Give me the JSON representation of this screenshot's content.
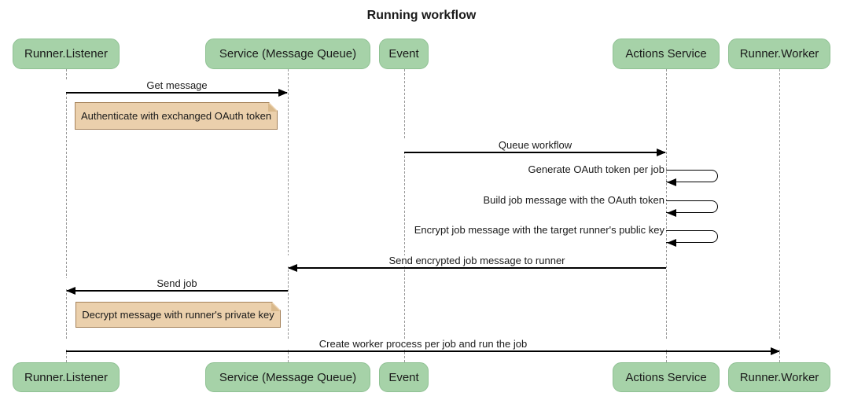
{
  "title": "Running workflow",
  "colors": {
    "background": "#ffffff",
    "text": "#1a1a1a",
    "line": "#000000",
    "lifeline": "#999999",
    "actor_fill": "#a6d2a8",
    "actor_border": "#8fc193",
    "note_fill": "#ebd0ac",
    "note_border": "#a5825a",
    "note_fold": "#d9b98c"
  },
  "actors": [
    {
      "name": "Runner.Listener"
    },
    {
      "name": "Service (Message Queue)"
    },
    {
      "name": "Event"
    },
    {
      "name": "Actions Service"
    },
    {
      "name": "Runner.Worker"
    }
  ],
  "messages": [
    {
      "label": "Get message",
      "from": "Runner.Listener",
      "to": "Service (Message Queue)",
      "type": "solid-arrow"
    },
    {
      "label": "Queue workflow",
      "from": "Event",
      "to": "Actions Service",
      "type": "solid-arrow"
    },
    {
      "label": "Generate OAuth token per job",
      "from": "Actions Service",
      "to": "Actions Service",
      "type": "self-loop"
    },
    {
      "label": "Build job message with the OAuth token",
      "from": "Actions Service",
      "to": "Actions Service",
      "type": "self-loop"
    },
    {
      "label": "Encrypt job message with the target runner's public key",
      "from": "Actions Service",
      "to": "Actions Service",
      "type": "self-loop"
    },
    {
      "label": "Send encrypted job message to runner",
      "from": "Actions Service",
      "to": "Service (Message Queue)",
      "type": "solid-arrow"
    },
    {
      "label": "Send job",
      "from": "Service (Message Queue)",
      "to": "Runner.Listener",
      "type": "solid-arrow"
    },
    {
      "label": "Create worker process per job and run the job",
      "from": "Runner.Listener",
      "to": "Runner.Worker",
      "type": "solid-arrow"
    }
  ],
  "notes": [
    {
      "text": "Authenticate with exchanged OAuth token",
      "position": "right of Runner.Listener"
    },
    {
      "text": "Decrypt message with runner's private key",
      "position": "right of Runner.Listener"
    }
  ]
}
